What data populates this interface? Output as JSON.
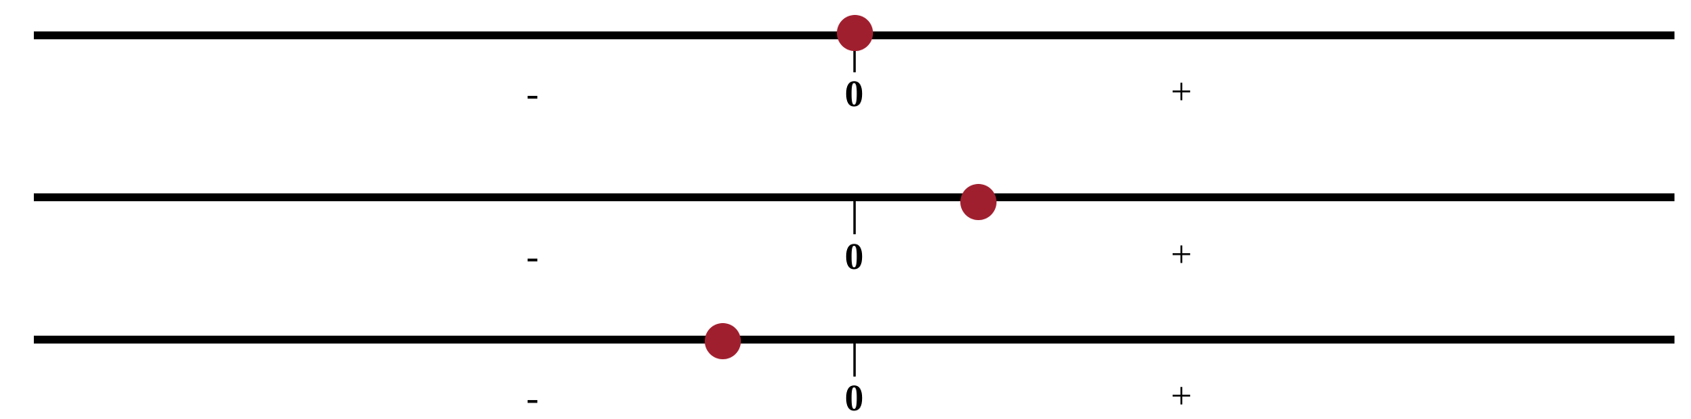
{
  "colors": {
    "line": "#000000",
    "marker": "#a01f2f"
  },
  "number_lines": [
    {
      "labels": {
        "negative": "-",
        "zero": "0",
        "positive": "+"
      },
      "marker_position": "zero"
    },
    {
      "labels": {
        "negative": "-",
        "zero": "0",
        "positive": "+"
      },
      "marker_position": "positive"
    },
    {
      "labels": {
        "negative": "-",
        "zero": "0",
        "positive": "+"
      },
      "marker_position": "negative"
    }
  ]
}
